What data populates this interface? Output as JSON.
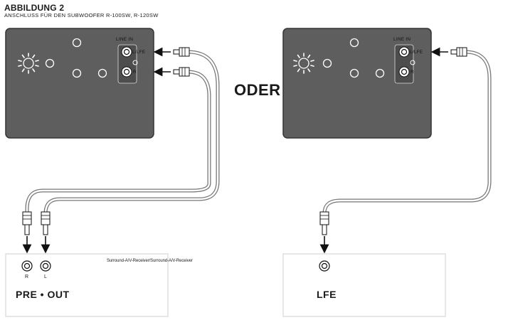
{
  "heading": {
    "title": "ABBILDUNG 2",
    "subtitle": "ANSCHLUSS FÜR DEN SUBWOOFER R-100SW, R-120SW"
  },
  "separator_text": "ODER",
  "left_subwoofer": {
    "input_label": "LINE IN",
    "lfe_label": "L/LFE",
    "r_label": "R"
  },
  "right_subwoofer": {
    "input_label": "LINE IN",
    "lfe_label": "L/LFE",
    "r_label": "R"
  },
  "left_receiver": {
    "note": "Surround-A/V-Receiver/Surround-A/V-Receiver",
    "jack_r": "R",
    "jack_l": "L",
    "label": "PRE • OUT"
  },
  "right_receiver": {
    "label": "LFE"
  },
  "colors": {
    "panel": "#5e5e5e",
    "panel_border": "#333333",
    "cable": "#666666"
  }
}
